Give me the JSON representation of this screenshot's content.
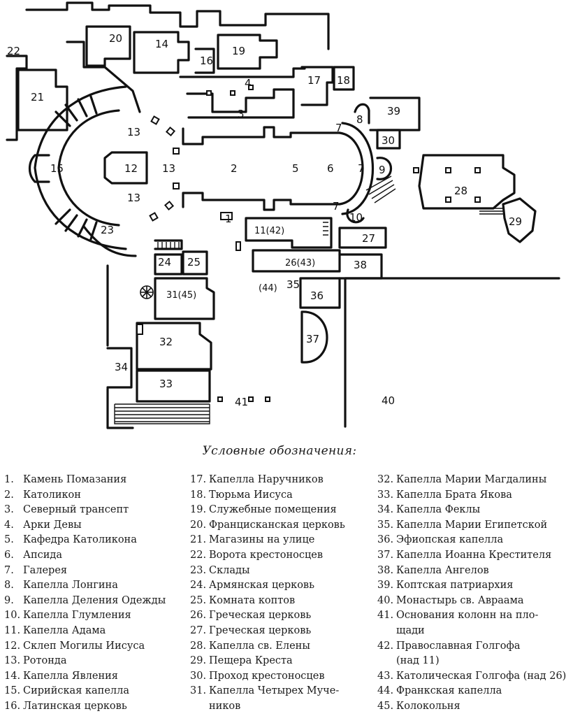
{
  "plan": {
    "labels": [
      {
        "text": "20",
        "name": "plan-label-20"
      },
      {
        "text": "14",
        "name": "plan-label-14"
      },
      {
        "text": "22",
        "name": "plan-label-22"
      },
      {
        "text": "16",
        "name": "plan-label-16"
      },
      {
        "text": "19",
        "name": "plan-label-19"
      },
      {
        "text": "4",
        "name": "plan-label-4"
      },
      {
        "text": "17",
        "name": "plan-label-17"
      },
      {
        "text": "18",
        "name": "plan-label-18"
      },
      {
        "text": "21",
        "name": "plan-label-21"
      },
      {
        "text": "3",
        "name": "plan-label-3"
      },
      {
        "text": "39",
        "name": "plan-label-39"
      },
      {
        "text": "8",
        "name": "plan-label-8"
      },
      {
        "text": "13",
        "name": "plan-label-13-north"
      },
      {
        "text": "7",
        "name": "plan-label-7-north"
      },
      {
        "text": "30",
        "name": "plan-label-30"
      },
      {
        "text": "15",
        "name": "plan-label-15"
      },
      {
        "text": "12",
        "name": "plan-label-12"
      },
      {
        "text": "13",
        "name": "plan-label-13-east"
      },
      {
        "text": "2",
        "name": "plan-label-2"
      },
      {
        "text": "5",
        "name": "plan-label-5"
      },
      {
        "text": "6",
        "name": "plan-label-6"
      },
      {
        "text": "7",
        "name": "plan-label-7-east"
      },
      {
        "text": "9",
        "name": "plan-label-9"
      },
      {
        "text": "28",
        "name": "plan-label-28"
      },
      {
        "text": "13",
        "name": "plan-label-13-south"
      },
      {
        "text": "7",
        "name": "plan-label-7-south"
      },
      {
        "text": "10",
        "name": "plan-label-10"
      },
      {
        "text": "29",
        "name": "plan-label-29"
      },
      {
        "text": "23",
        "name": "plan-label-23"
      },
      {
        "text": "1",
        "name": "plan-label-1"
      },
      {
        "text": "11(42)",
        "name": "plan-label-11-42"
      },
      {
        "text": "27",
        "name": "plan-label-27"
      },
      {
        "text": "24",
        "name": "plan-label-24"
      },
      {
        "text": "25",
        "name": "plan-label-25"
      },
      {
        "text": "26(43)",
        "name": "plan-label-26-43"
      },
      {
        "text": "38",
        "name": "plan-label-38"
      },
      {
        "text": "(44)",
        "name": "plan-label-44"
      },
      {
        "text": "35",
        "name": "plan-label-35"
      },
      {
        "text": "31(45)",
        "name": "plan-label-31-45"
      },
      {
        "text": "36",
        "name": "plan-label-36"
      },
      {
        "text": "32",
        "name": "plan-label-32"
      },
      {
        "text": "37",
        "name": "plan-label-37"
      },
      {
        "text": "34",
        "name": "plan-label-34"
      },
      {
        "text": "33",
        "name": "plan-label-33"
      },
      {
        "text": "41",
        "name": "plan-label-41"
      },
      {
        "text": "40",
        "name": "plan-label-40"
      }
    ]
  },
  "legend": {
    "title": "Условные обозначения:",
    "col1": [
      {
        "n": "1.",
        "t": "Камень Помазания"
      },
      {
        "n": "2.",
        "t": "Католикон"
      },
      {
        "n": "3.",
        "t": "Северный трансепт"
      },
      {
        "n": "4.",
        "t": "Арки Девы"
      },
      {
        "n": "5.",
        "t": "Кафедра Католикона"
      },
      {
        "n": "6.",
        "t": "Апсида"
      },
      {
        "n": "7.",
        "t": "Галерея"
      },
      {
        "n": "8.",
        "t": "Капелла Лонгина"
      },
      {
        "n": "9.",
        "t": "Капелла Деления Одежды"
      },
      {
        "n": "10.",
        "t": "Капелла Глумления"
      },
      {
        "n": "11.",
        "t": "Капелла Адама"
      },
      {
        "n": "12.",
        "t": "Склеп Могилы Иисуса"
      },
      {
        "n": "13.",
        "t": "Ротонда"
      },
      {
        "n": "14.",
        "t": "Капелла Явления"
      },
      {
        "n": "15.",
        "t": "Сирийская капелла"
      },
      {
        "n": "16.",
        "t": "Латинская церковь"
      }
    ],
    "col2": [
      {
        "n": "17.",
        "t": "Капелла Наручников"
      },
      {
        "n": "18.",
        "t": "Тюрьма Иисуса"
      },
      {
        "n": "19.",
        "t": "Служебные помещения"
      },
      {
        "n": "20.",
        "t": "Францисканская церковь"
      },
      {
        "n": "21.",
        "t": "Магазины на улице"
      },
      {
        "n": "22.",
        "t": "Ворота крестоносцев"
      },
      {
        "n": "23.",
        "t": "Склады"
      },
      {
        "n": "24.",
        "t": "Армянская церковь"
      },
      {
        "n": "25.",
        "t": "Комната коптов"
      },
      {
        "n": "26.",
        "t": "Греческая церковь"
      },
      {
        "n": "27.",
        "t": "Греческая церковь"
      },
      {
        "n": "28.",
        "t": "Капелла св. Елены"
      },
      {
        "n": "29.",
        "t": "Пещера Креста"
      },
      {
        "n": "30.",
        "t": "Проход крестоносцев"
      },
      {
        "n": "31.",
        "t": "Капелла Четырех Муче-",
        "t2": "ников"
      }
    ],
    "col3": [
      {
        "n": "32.",
        "t": "Капелла Марии Магдалины"
      },
      {
        "n": "33.",
        "t": "Капелла Брата Якова"
      },
      {
        "n": "34.",
        "t": "Капелла Феклы"
      },
      {
        "n": "35.",
        "t": "Капелла Марии Египетской"
      },
      {
        "n": "36.",
        "t": "Эфиопская капелла"
      },
      {
        "n": "37.",
        "t": "Капелла Иоанна Крестителя"
      },
      {
        "n": "38.",
        "t": "Капелла Ангелов"
      },
      {
        "n": "39.",
        "t": "Коптская патриархия"
      },
      {
        "n": "40.",
        "t": "Монастырь св. Авраама"
      },
      {
        "n": "41.",
        "t": "Основания колонн на пло-",
        "t2": "щади"
      },
      {
        "n": "42.",
        "t": "Православная Голгофа",
        "t2": "(над 11)"
      },
      {
        "n": "43.",
        "t": "Католическая Голгофа (над 26)"
      },
      {
        "n": "44.",
        "t": "Франкская капелла"
      },
      {
        "n": "45.",
        "t": "Колокольня"
      }
    ]
  }
}
